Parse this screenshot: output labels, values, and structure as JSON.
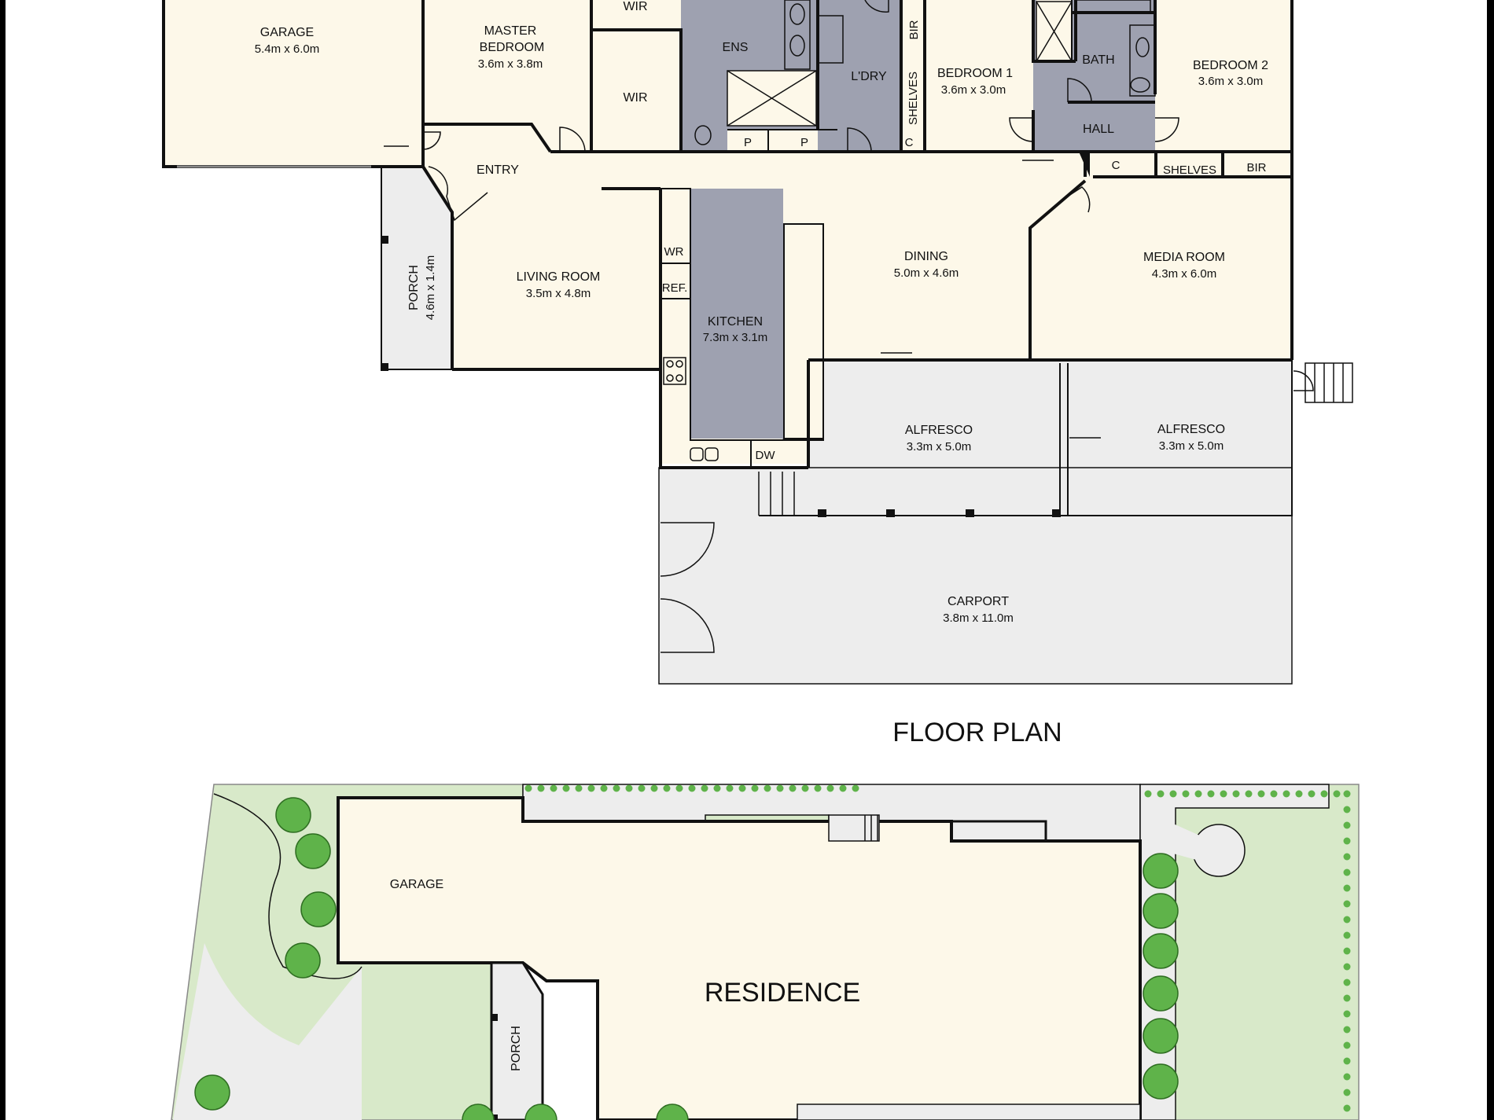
{
  "colors": {
    "floor": "#fdf8e9",
    "wet": "#9ea1b0",
    "outdoor": "#ededed",
    "lawn": "#d8e9c9",
    "tree": "#5fb34a",
    "wall": "#111111"
  },
  "floor_plan": {
    "title": "FLOOR PLAN",
    "rooms": {
      "garage": {
        "name": "GARAGE",
        "dim": "5.4m x 6.0m"
      },
      "master_bedroom": {
        "name1": "MASTER",
        "name2": "BEDROOM",
        "dim": "3.6m x 3.8m"
      },
      "wir_top": {
        "name": "WIR"
      },
      "wir_left": {
        "name": "WIR"
      },
      "ens": {
        "name": "ENS"
      },
      "laundry": {
        "name": "L'DRY"
      },
      "bir_top": {
        "name": "BIR"
      },
      "shelves_vertical": {
        "name": "SHELVES"
      },
      "c_left": {
        "name": "C"
      },
      "pantry_1": {
        "name": "P"
      },
      "pantry_2": {
        "name": "P"
      },
      "bedroom_1": {
        "name": "BEDROOM 1",
        "dim": "3.6m x 3.0m"
      },
      "bath": {
        "name": "BATH"
      },
      "hall": {
        "name": "HALL"
      },
      "bedroom_2": {
        "name": "BEDROOM 2",
        "dim": "3.6m x 3.0m"
      },
      "c_hall": {
        "name": "C"
      },
      "shelves_hall": {
        "name": "SHELVES"
      },
      "bir_hall": {
        "name": "BIR"
      },
      "entry": {
        "name": "ENTRY"
      },
      "porch": {
        "name": "PORCH",
        "dim": "4.6m x 1.4m"
      },
      "living_room": {
        "name": "LIVING ROOM",
        "dim": "3.5m x 4.8m"
      },
      "wr": {
        "name": "WR"
      },
      "ref": {
        "name": "REF."
      },
      "kitchen": {
        "name": "KITCHEN",
        "dim": "7.3m x 3.1m"
      },
      "dw": {
        "name": "DW"
      },
      "dining": {
        "name": "DINING",
        "dim": "5.0m x 4.6m"
      },
      "media_room": {
        "name": "MEDIA ROOM",
        "dim": "4.3m x 6.0m"
      },
      "alfresco_1": {
        "name": "ALFRESCO",
        "dim": "3.3m x 5.0m"
      },
      "alfresco_2": {
        "name": "ALFRESCO",
        "dim": "3.3m x 5.0m"
      },
      "carport": {
        "name": "CARPORT",
        "dim": "3.8m x 11.0m"
      }
    }
  },
  "site_plan": {
    "garage": "GARAGE",
    "residence": "RESIDENCE",
    "porch": "PORCH"
  }
}
